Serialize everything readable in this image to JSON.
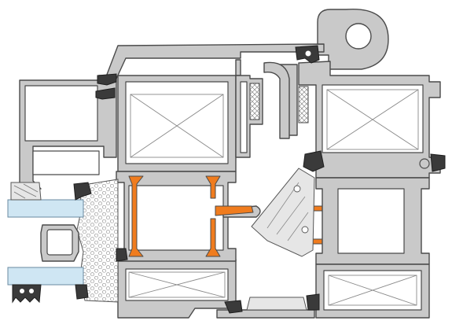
{
  "colors": {
    "aluminium": "#c9c9c9",
    "outline": "#4a4a4a",
    "thermal_break": "#f07c1e",
    "glass": "#cfe6f3",
    "gasket": "#3a3a3a",
    "background": "#ffffff"
  },
  "components": [
    "sash-frame-profile",
    "outer-frame-profile",
    "thermal-break-strips",
    "glazing-unit",
    "spacer-bar",
    "foam-insulation",
    "gaskets",
    "hinge-knuckle"
  ]
}
